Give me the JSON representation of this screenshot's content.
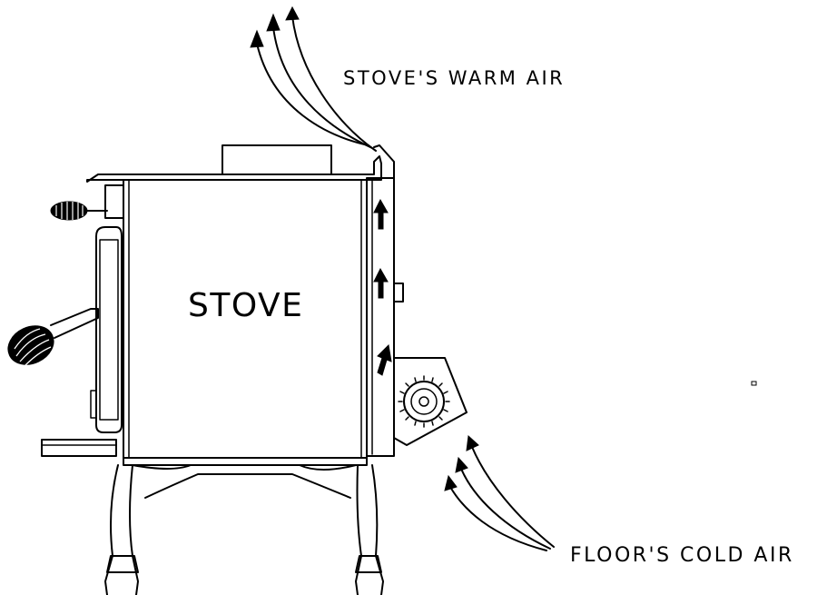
{
  "labels": {
    "warm_air": "STOVE'S WARM AIR",
    "stove": "STOVE",
    "cold_air": "FLOOR'S COLD AIR"
  },
  "colors": {
    "line": "#000000",
    "background": "#ffffff"
  }
}
